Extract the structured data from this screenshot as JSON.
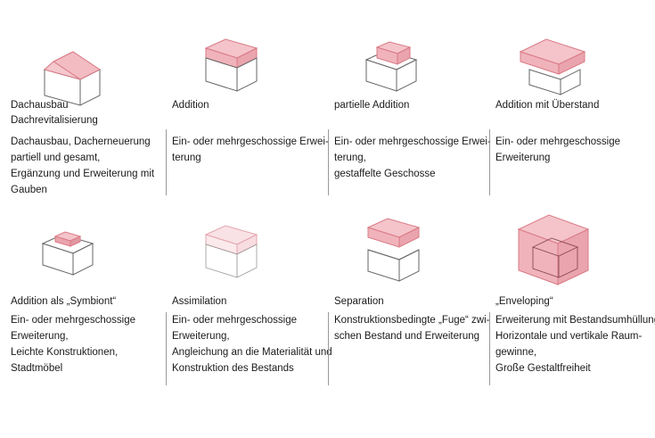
{
  "colors": {
    "pink_fill": "#f2bcc2",
    "pink_stroke": "#d97a86",
    "line": "#666666"
  },
  "items": [
    {
      "icon": "roof-extension-icon",
      "title1": "Dachausbau",
      "title2": "Dachrevitalisierung",
      "lines": [
        "Dachausbau, Dacherneuerung",
        "partiell und gesamt,",
        "Ergänzung und Erweiterung mit",
        "Gauben"
      ]
    },
    {
      "icon": "addition-icon",
      "title1": "Addition",
      "title2": "",
      "lines": [
        "Ein- oder mehrgeschossige Erwei-",
        "terung"
      ]
    },
    {
      "icon": "partial-addition-icon",
      "title1": "partielle Addition",
      "title2": "",
      "lines": [
        "Ein- oder mehrgeschossige Erwei-",
        "terung,",
        "gestaffelte Geschosse"
      ]
    },
    {
      "icon": "overhang-addition-icon",
      "title1": "Addition mit Überstand",
      "title2": "",
      "lines": [
        "Ein- oder mehrgeschossige",
        "Erweiterung"
      ]
    },
    {
      "icon": "symbiont-addition-icon",
      "title1": "Addition als „Symbiont“",
      "title2": "",
      "lines": [
        "Ein- oder mehrgeschossige",
        "Erweiterung,",
        "Leichte Konstruktionen,",
        "Stadtmöbel"
      ]
    },
    {
      "icon": "assimilation-icon",
      "title1": "Assimilation",
      "title2": "",
      "lines": [
        "Ein- oder mehrgeschossige",
        "Erweiterung,",
        "Angleichung an die Materialität und",
        "Konstruktion des Bestands"
      ]
    },
    {
      "icon": "separation-icon",
      "title1": "Separation",
      "title2": "",
      "lines": [
        "Konstruktionsbedingte „Fuge“ zwi-",
        "schen Bestand und Erweiterung"
      ]
    },
    {
      "icon": "enveloping-icon",
      "title1": "„Enveloping“",
      "title2": "",
      "lines": [
        "Erweiterung mit Bestandsumhüllung",
        "Horizontale und vertikale Raum-",
        "gewinne,",
        "Große Gestaltfreiheit"
      ]
    }
  ]
}
